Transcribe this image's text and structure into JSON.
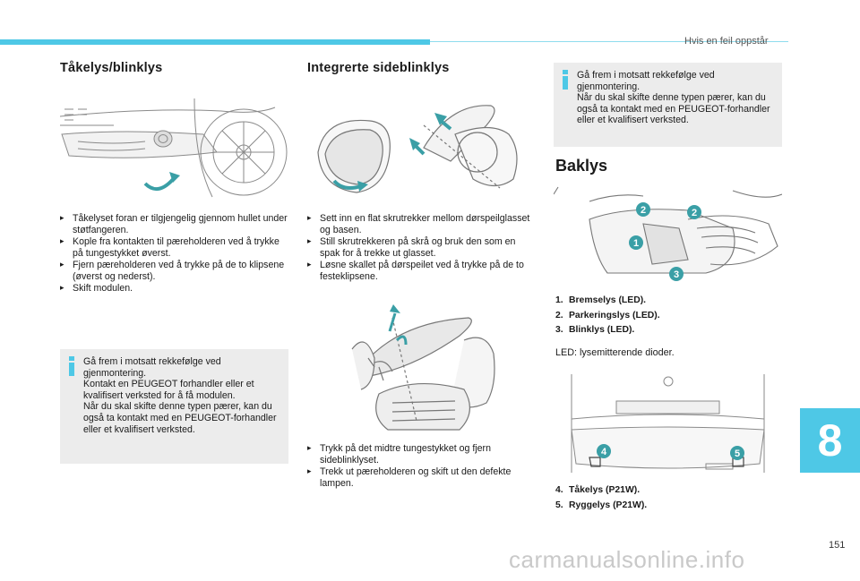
{
  "header": {
    "section": "Hvis en feil oppstår"
  },
  "page_number": "151",
  "chapter": "8",
  "watermark": "carmanualsonline.info",
  "col1": {
    "title": "Tåkelys/blinklys",
    "steps": [
      "Tåkelyset foran er tilgjengelig gjennom hullet under støtfangeren.",
      "Kople fra kontakten til pæreholderen ved å trykke på tungestykket øverst.",
      "Fjern pæreholderen ved å trykke på de to klipsene (øverst og nederst).",
      "Skift modulen."
    ],
    "info_lines": [
      "Gå frem i motsatt rekkefølge ved gjenmontering.",
      "Kontakt en PEUGEOT forhandler eller et kvalifisert verksted for å få modulen.",
      "Når du skal skifte denne typen pærer, kan du også ta kontakt med en PEUGEOT-forhandler eller et kvalifisert verksted."
    ]
  },
  "col2": {
    "title": "Integrerte sideblinklys",
    "steps1": [
      "Sett inn en flat skrutrekker mellom dørspeilglasset og basen.",
      "Still skrutrekkeren på skrå og bruk den som en spak for å trekke ut glasset.",
      "Løsne skallet på dørspeilet ved å trykke på de to festeklipsene."
    ],
    "steps2": [
      "Trykk på det midtre tungestykket og fjern sideblinklyset.",
      "Trekk ut pæreholderen og skift ut den defekte lampen."
    ]
  },
  "col3": {
    "info_lines": [
      "Gå frem i motsatt rekkefølge ved gjenmontering.",
      "Når du skal skifte denne typen pærer, kan du også ta kontakt med en PEUGEOT-forhandler eller et kvalifisert verksted."
    ],
    "title": "Baklys",
    "legend1": [
      {
        "n": "1.",
        "label": "Bremselys (LED)."
      },
      {
        "n": "2.",
        "label": "Parkeringslys (LED)."
      },
      {
        "n": "3.",
        "label": "Blinklys (LED)."
      }
    ],
    "led_note": "LED: lysemitterende dioder.",
    "legend2": [
      {
        "n": "4.",
        "label": "Tåkelys (P21W)."
      },
      {
        "n": "5.",
        "label": "Ryggelys (P21W)."
      }
    ],
    "callouts": [
      "1",
      "2",
      "2",
      "3",
      "4",
      "5"
    ]
  },
  "colors": {
    "accent": "#4ec8e6",
    "callout": "#3a9fa6",
    "infobox": "#ececec"
  }
}
